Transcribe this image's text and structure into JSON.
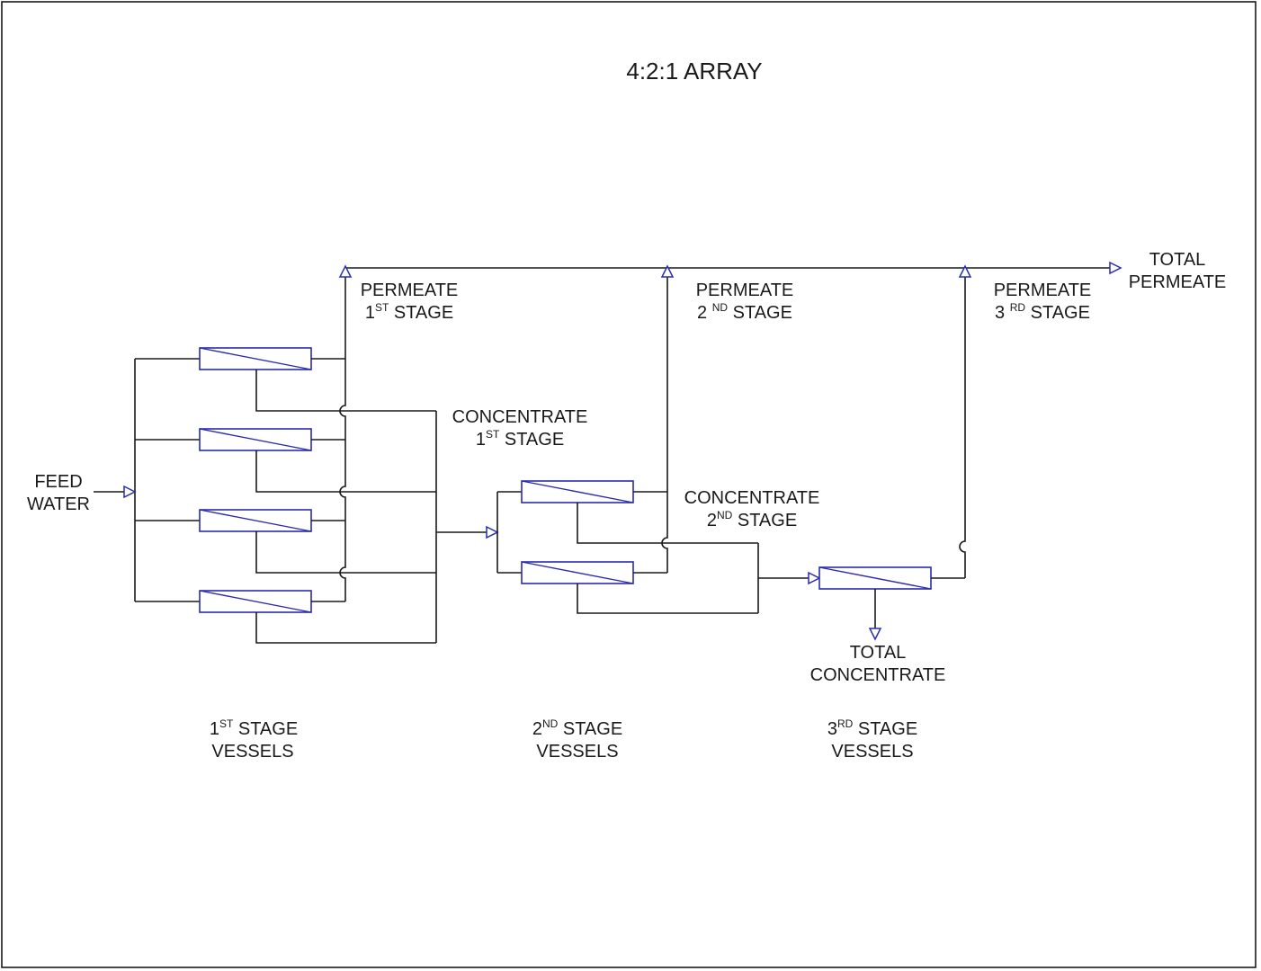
{
  "title": "4:2:1  ARRAY",
  "labels": {
    "feed": [
      "FEED",
      "WATER"
    ],
    "total_permeate": [
      "TOTAL",
      "PERMEATE"
    ],
    "total_concentrate": [
      "TOTAL",
      "CONCENTRATE"
    ],
    "perm1": {
      "line1": "PERMEATE",
      "num": "1",
      "sup": "ST",
      "rest": " STAGE"
    },
    "perm2": {
      "line1": "PERMEATE",
      "num": "2 ",
      "sup": "ND",
      "rest": " STAGE"
    },
    "perm3": {
      "line1": "PERMEATE",
      "num": "3 ",
      "sup": "RD",
      "rest": " STAGE"
    },
    "conc1": {
      "line1": "CONCENTRATE",
      "num": "1",
      "sup": "ST",
      "rest": " STAGE"
    },
    "conc2": {
      "line1": "CONCENTRATE",
      "num": "2",
      "sup": "ND",
      "rest": " STAGE"
    },
    "vessels1": {
      "num": "1",
      "sup": "ST",
      "rest": " STAGE",
      "line2": "VESSELS"
    },
    "vessels2": {
      "num": "2",
      "sup": "ND",
      "rest": " STAGE",
      "line2": "VESSELS"
    },
    "vessels3": {
      "num": "3",
      "sup": "RD",
      "rest": " STAGE",
      "line2": "VESSELS"
    }
  },
  "colors": {
    "line": "#1a1a1a",
    "vessel": "#2b2bb0"
  }
}
